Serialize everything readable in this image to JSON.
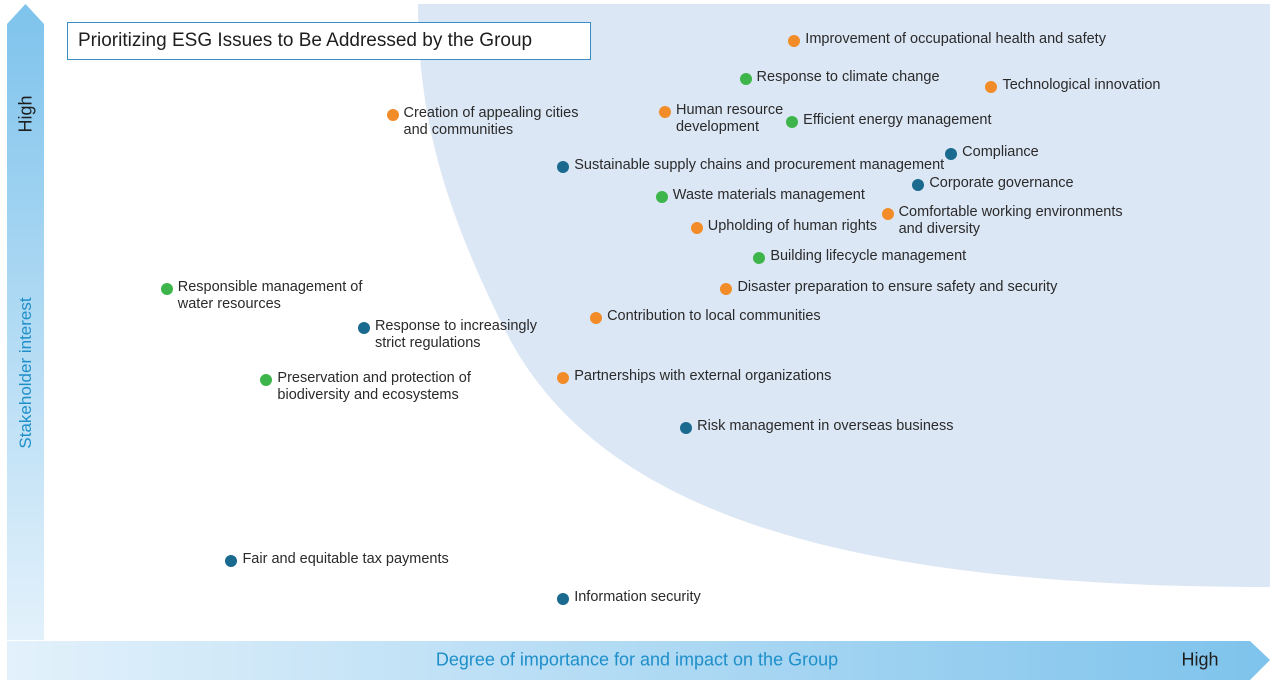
{
  "chart_data": {
    "type": "scatter",
    "title": "Prioritizing ESG Issues to Be Addressed by the Group",
    "xlabel": "Degree of importance for and impact on the Group",
    "ylabel": "Stakeholder interest",
    "x_high_label": "High",
    "y_high_label": "High",
    "xlim": [
      0,
      100
    ],
    "ylim": [
      0,
      100
    ],
    "grid": false,
    "colors": {
      "orange": "#f28c28",
      "green": "#3db54a",
      "navy": "#1a6a8f",
      "region": "#dce7f5",
      "axis": "#7ec3ec"
    },
    "points": [
      {
        "label": "Improvement of occupational health and safety",
        "x": 65.5,
        "y": 99,
        "color": "orange"
      },
      {
        "label": "Response to climate change",
        "x": 60.9,
        "y": 92.5,
        "color": "green"
      },
      {
        "label": "Technological innovation",
        "x": 84.1,
        "y": 91,
        "color": "orange"
      },
      {
        "label": "Human resource\ndevelopment",
        "x": 53.3,
        "y": 86.7,
        "color": "orange"
      },
      {
        "label": "Efficient energy management",
        "x": 65.3,
        "y": 85,
        "color": "green"
      },
      {
        "label": "Creation of appealing cities\nand communities",
        "x": 27.6,
        "y": 86.3,
        "color": "orange"
      },
      {
        "label": "Compliance",
        "x": 80.3,
        "y": 79.6,
        "color": "navy"
      },
      {
        "label": "Sustainable supply chains and procurement management",
        "x": 43.7,
        "y": 77.4,
        "color": "navy"
      },
      {
        "label": "Corporate governance",
        "x": 77.2,
        "y": 74.3,
        "color": "navy"
      },
      {
        "label": "Waste materials management",
        "x": 53,
        "y": 72.2,
        "color": "green"
      },
      {
        "label": "Comfortable working environments\nand diversity",
        "x": 74.3,
        "y": 69.2,
        "color": "orange"
      },
      {
        "label": "Upholding of human rights",
        "x": 56.3,
        "y": 66.9,
        "color": "orange"
      },
      {
        "label": "Building lifecycle management",
        "x": 62.2,
        "y": 61.6,
        "color": "green"
      },
      {
        "label": "Responsible management of\nwater resources",
        "x": 6.3,
        "y": 56.4,
        "color": "green"
      },
      {
        "label": "Disaster preparation to ensure safety and security",
        "x": 59.1,
        "y": 56.4,
        "color": "orange"
      },
      {
        "label": "Contribution to local communities",
        "x": 46.8,
        "y": 51.3,
        "color": "orange"
      },
      {
        "label": "Response to increasingly\nstrict regulations",
        "x": 24.9,
        "y": 49.6,
        "color": "navy"
      },
      {
        "label": "Preservation and protection of\nbiodiversity and ecosystems",
        "x": 15.7,
        "y": 40.8,
        "color": "green"
      },
      {
        "label": "Partnerships with external organizations",
        "x": 43.7,
        "y": 41.1,
        "color": "orange"
      },
      {
        "label": "Risk management in overseas business",
        "x": 55.3,
        "y": 32.5,
        "color": "navy"
      },
      {
        "label": "Fair and equitable tax payments",
        "x": 12.4,
        "y": 9.7,
        "color": "navy"
      },
      {
        "label": "Information security",
        "x": 43.7,
        "y": 3.1,
        "color": "navy"
      }
    ]
  }
}
